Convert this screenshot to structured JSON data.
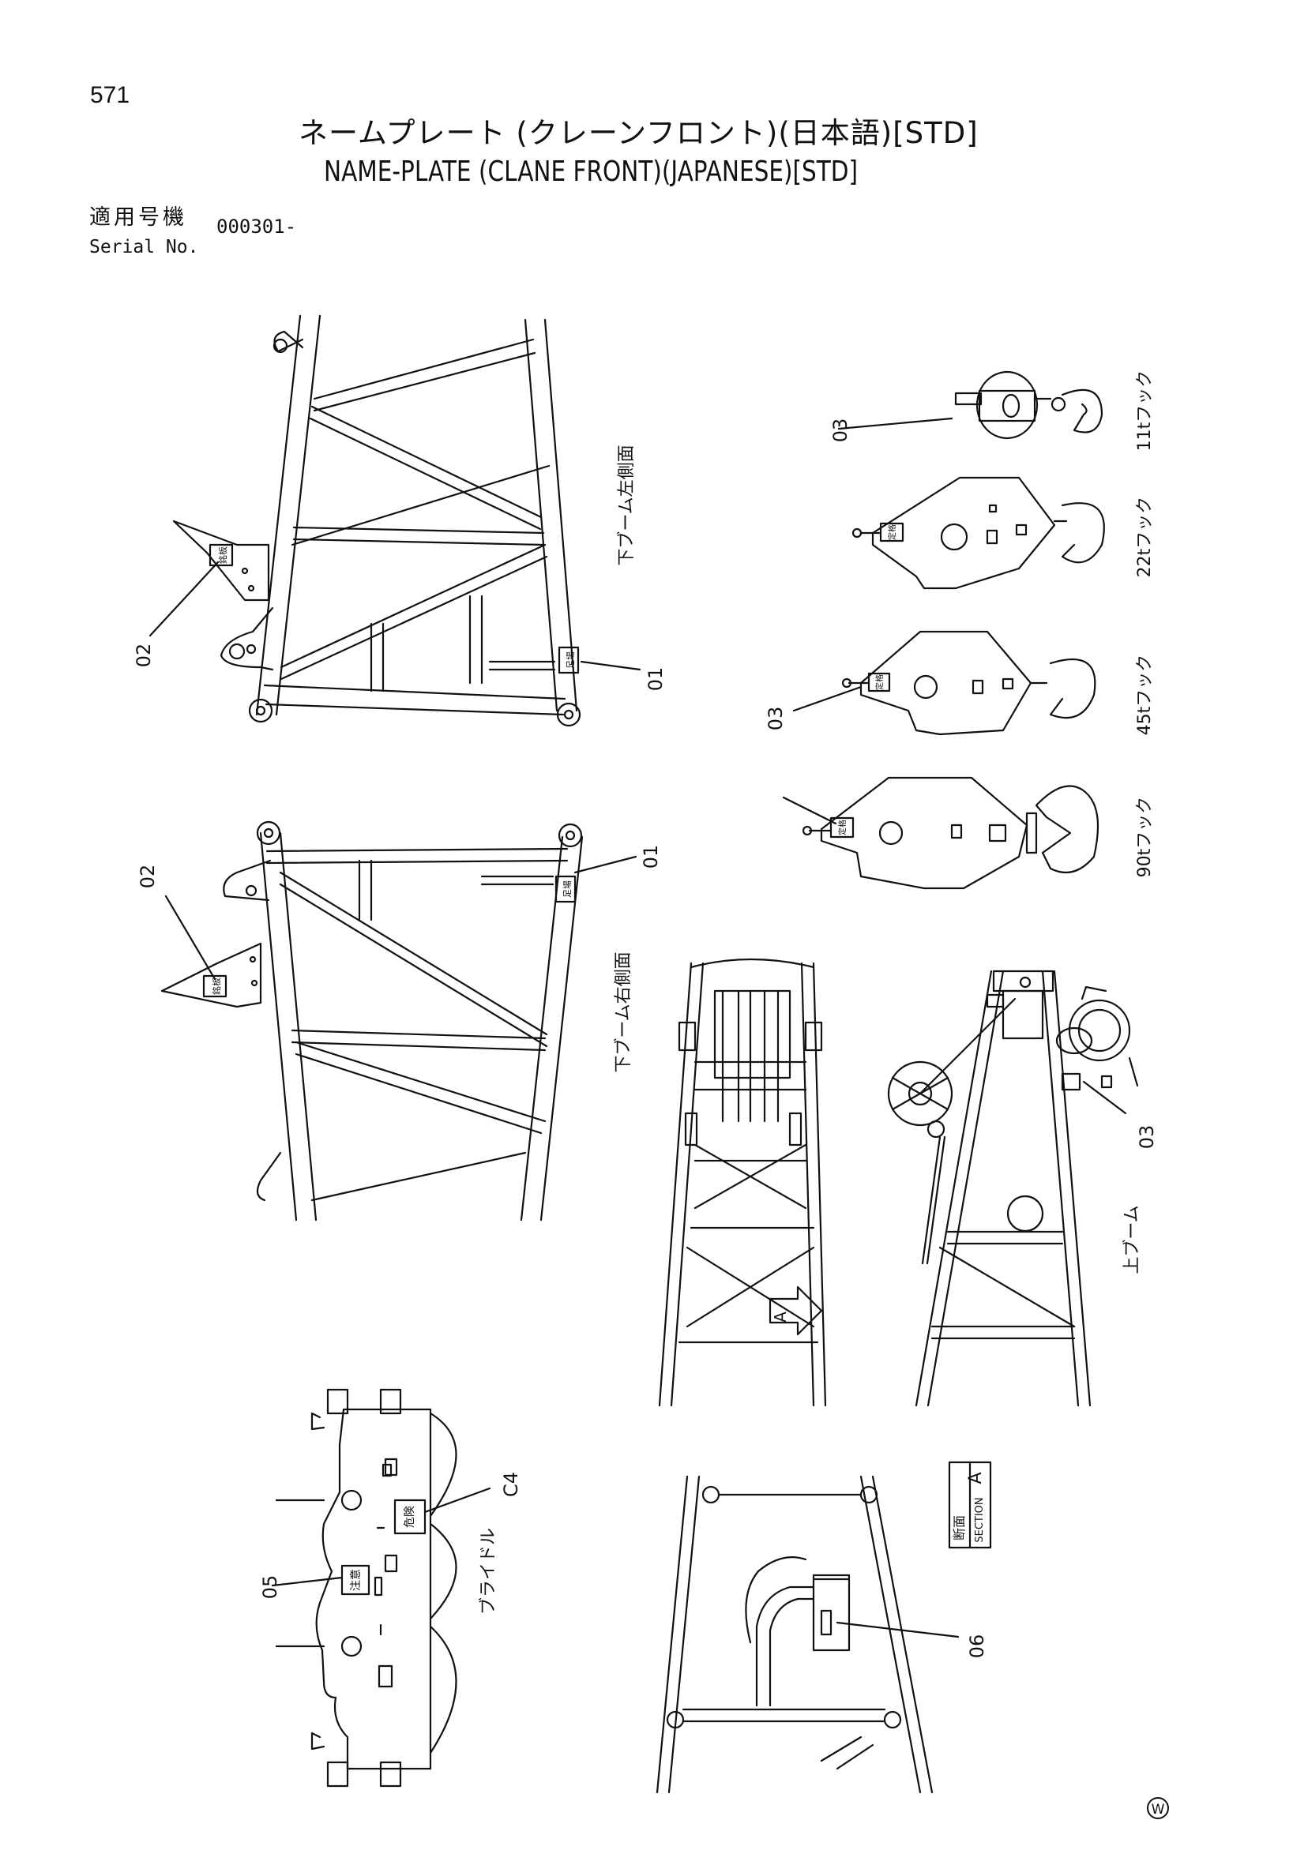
{
  "page": {
    "number": "571"
  },
  "header": {
    "title_jp": "ネームプレート (クレーンフロント)(日本語)[STD]",
    "title_en": "NAME-PLATE (CLANE FRONT)(JAPANESE)[STD]",
    "serial_label_jp": "適用号機",
    "serial_label_en": "Serial No.",
    "serial_value": "000301-"
  },
  "views": {
    "lower_boom_left": "下ブーム左側面",
    "lower_boom_right": "下ブーム右側面",
    "upper_boom": "上ブーム",
    "bridle": "ブライドル",
    "hook_11t": "11tフック",
    "hook_22t": "22tフック",
    "hook_45t": "45tフック",
    "hook_90t": "90tフック",
    "section_arrow": "A",
    "section_label_jp": "断面",
    "section_label_en": "SECTION",
    "section_letter": "A"
  },
  "callouts": {
    "c01_left": "01",
    "c02_left": "02",
    "c01_right": "01",
    "c02_right": "02",
    "c03_11t": "03",
    "c03_45t": "03",
    "c03_upper": "03",
    "c04": "C4",
    "c05": "05",
    "c06": "06"
  },
  "plates": {
    "p01": "足場",
    "p02": "銘板",
    "p03": "定格",
    "p04": "危険",
    "p05": "注意"
  },
  "footer": {
    "mark": "W"
  }
}
